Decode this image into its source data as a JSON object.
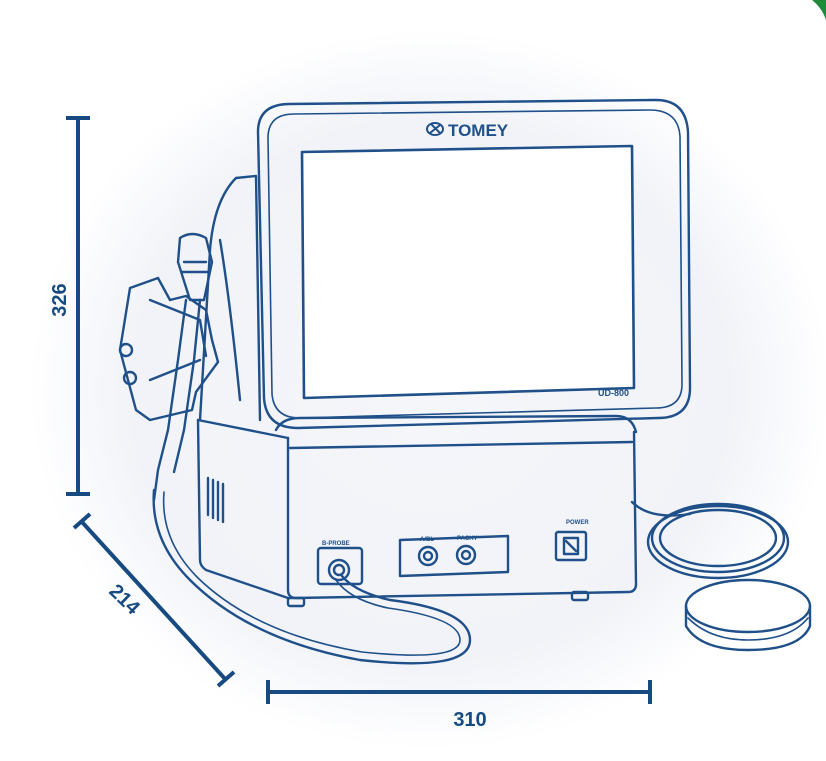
{
  "colors": {
    "line": "#1f5089",
    "dimension": "#174a80",
    "halo": "#eef1f7",
    "accent_corner": "#1e8a3a"
  },
  "device": {
    "brand": "TOMEY",
    "model": "UD-800",
    "panel": {
      "probe_label": "B-PROBE",
      "knob_left_label": "A/BL",
      "knob_right_label": "PACHY",
      "power_label": "POWER"
    }
  },
  "dimensions": {
    "height": "326",
    "depth": "214",
    "width": "310"
  }
}
